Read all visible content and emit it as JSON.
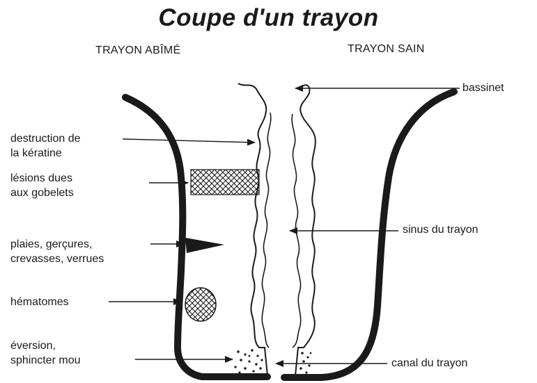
{
  "title": "Coupe d'un trayon",
  "left_heading": "TRAYON ABÎMÉ",
  "right_heading": "TRAYON SAIN",
  "left_labels": [
    {
      "id": "keratine",
      "lines": [
        "destruction de",
        "la kératine"
      ]
    },
    {
      "id": "gobelets",
      "lines": [
        "lésions dues",
        "aux gobelets"
      ]
    },
    {
      "id": "plaies",
      "lines": [
        "plaies, gerçures,",
        "crevasses, verrues"
      ]
    },
    {
      "id": "hematomes",
      "lines": [
        "hématomes"
      ]
    },
    {
      "id": "eversion",
      "lines": [
        "éversion,",
        "sphincter mou"
      ]
    }
  ],
  "right_labels": [
    {
      "id": "bassinet",
      "lines": [
        "bassinet"
      ]
    },
    {
      "id": "sinus",
      "lines": [
        "sinus du trayon"
      ]
    },
    {
      "id": "canal",
      "lines": [
        "canal du trayon"
      ]
    }
  ],
  "colors": {
    "ink": "#1a1a1a",
    "background": "#ffffff"
  }
}
